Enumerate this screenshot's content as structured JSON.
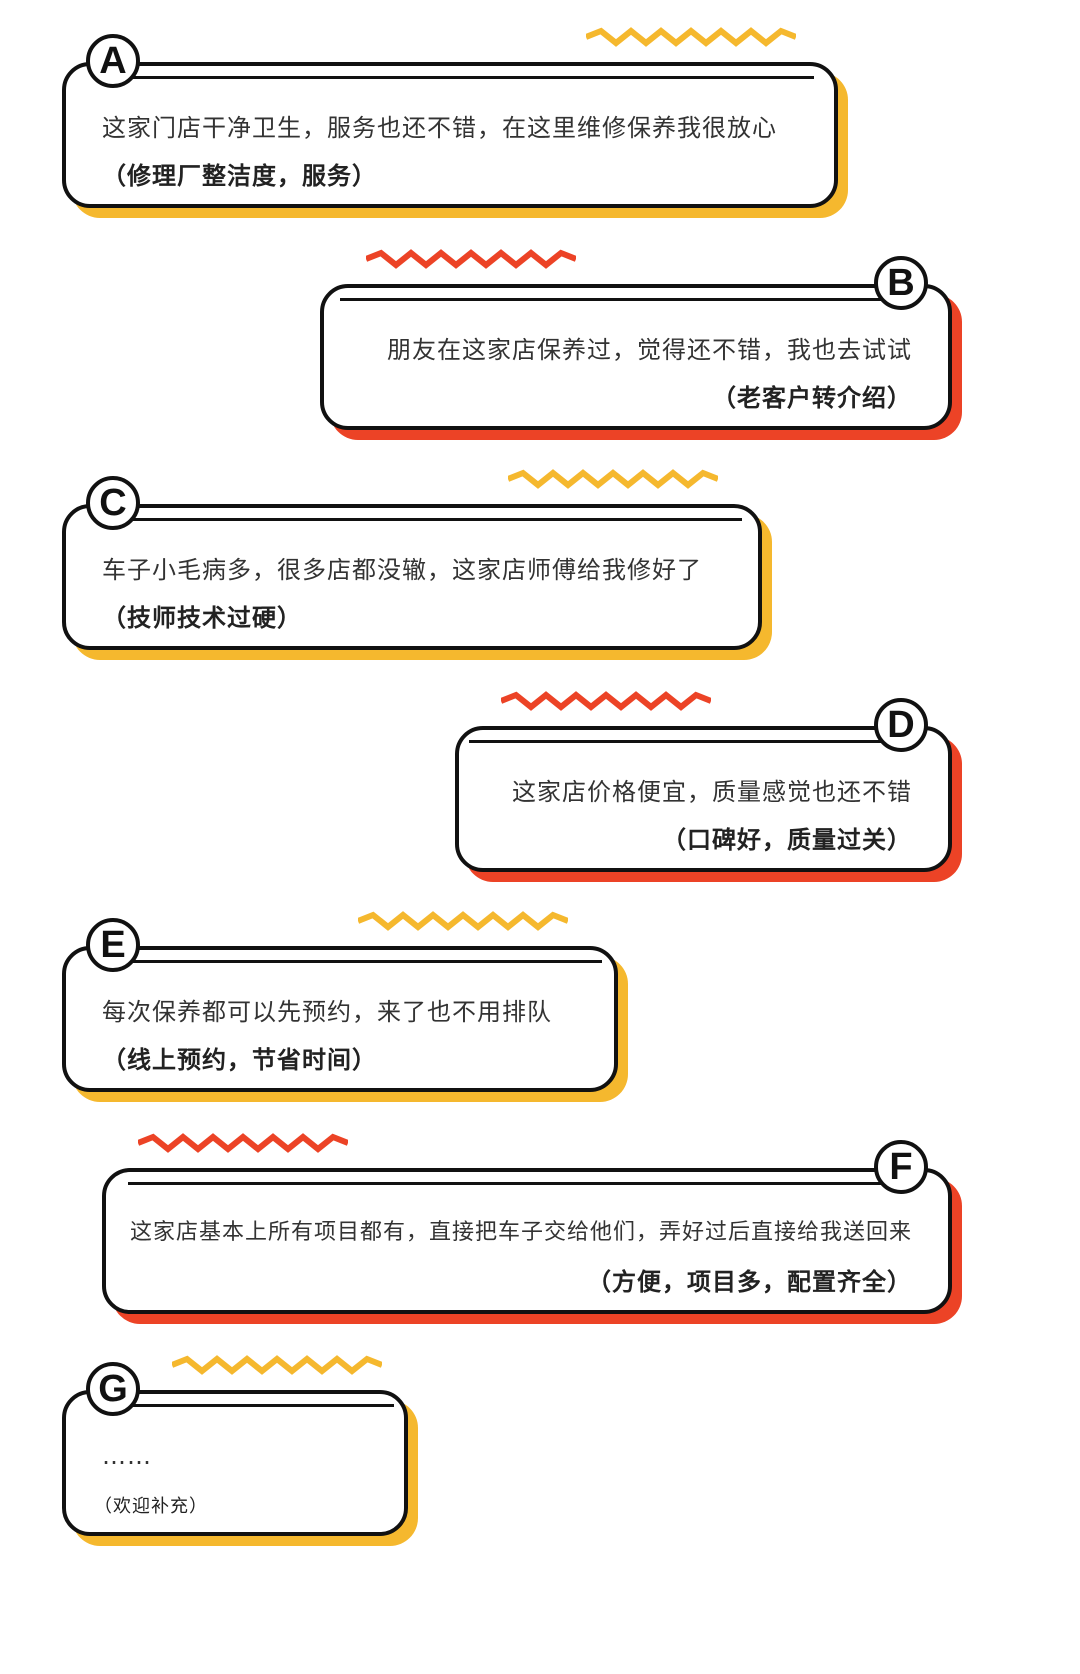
{
  "colors": {
    "yellow": "#f5b82e",
    "red": "#ec4326",
    "ink": "#111111"
  },
  "cards": [
    {
      "letter": "A",
      "text": "这家门店干净卫生，服务也还不错，在这里维修保养我很放心",
      "tag": "（修理厂整洁度，服务）",
      "accent": "yellow"
    },
    {
      "letter": "B",
      "text": "朋友在这家店保养过，觉得还不错，我也去试试",
      "tag": "（老客户转介绍）",
      "accent": "red"
    },
    {
      "letter": "C",
      "text": "车子小毛病多，很多店都没辙，这家店师傅给我修好了",
      "tag": "（技师技术过硬）",
      "accent": "yellow"
    },
    {
      "letter": "D",
      "text": "这家店价格便宜，质量感觉也还不错",
      "tag": "（口碑好，质量过关）",
      "accent": "red"
    },
    {
      "letter": "E",
      "text": "每次保养都可以先预约，来了也不用排队",
      "tag": "（线上预约，节省时间）",
      "accent": "yellow"
    },
    {
      "letter": "F",
      "text": "这家店基本上所有项目都有，直接把车子交给他们，弄好过后直接给我送回来",
      "tag": "（方便，项目多，配置齐全）",
      "accent": "red"
    },
    {
      "letter": "G",
      "text": "……",
      "tag": "（欢迎补充）",
      "accent": "yellow"
    }
  ]
}
